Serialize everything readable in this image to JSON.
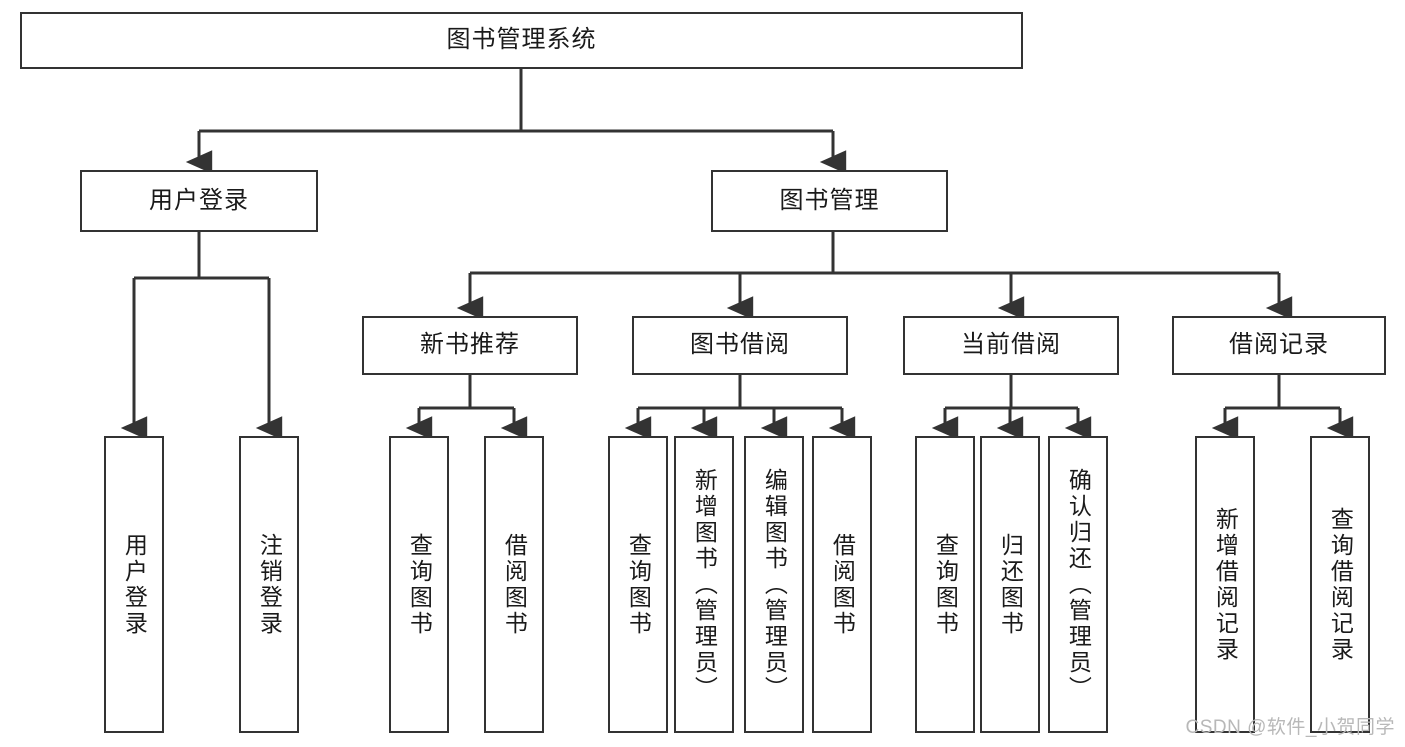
{
  "diagram": {
    "title": "图书管理系统",
    "root": {
      "label": "图书管理系统"
    },
    "level2": [
      {
        "label": "用户登录"
      },
      {
        "label": "图书管理"
      }
    ],
    "level3": [
      {
        "label": "新书推荐"
      },
      {
        "label": "图书借阅"
      },
      {
        "label": "当前借阅"
      },
      {
        "label": "借阅记录"
      }
    ],
    "leaves": {
      "user_login": [
        {
          "label": "用户登录"
        },
        {
          "label": "注销登录"
        }
      ],
      "new_book_recommend": [
        {
          "label": "查询图书"
        },
        {
          "label": "借阅图书"
        }
      ],
      "book_borrow": [
        {
          "label": "查询图书"
        },
        {
          "label": "新增图书（管理员）"
        },
        {
          "label": "编辑图书（管理员）"
        },
        {
          "label": "借阅图书"
        }
      ],
      "current_borrow": [
        {
          "label": "查询图书"
        },
        {
          "label": "归还图书"
        },
        {
          "label": "确认归还（管理员）"
        }
      ],
      "borrow_record": [
        {
          "label": "新增借阅记录"
        },
        {
          "label": "查询借阅记录"
        }
      ]
    }
  },
  "watermark": {
    "text": "CSDN @软件_小贺同学"
  },
  "colors": {
    "stroke": "#333333",
    "background": "#ffffff",
    "text": "#1a1a1a",
    "watermark": "#b8b8b8"
  }
}
